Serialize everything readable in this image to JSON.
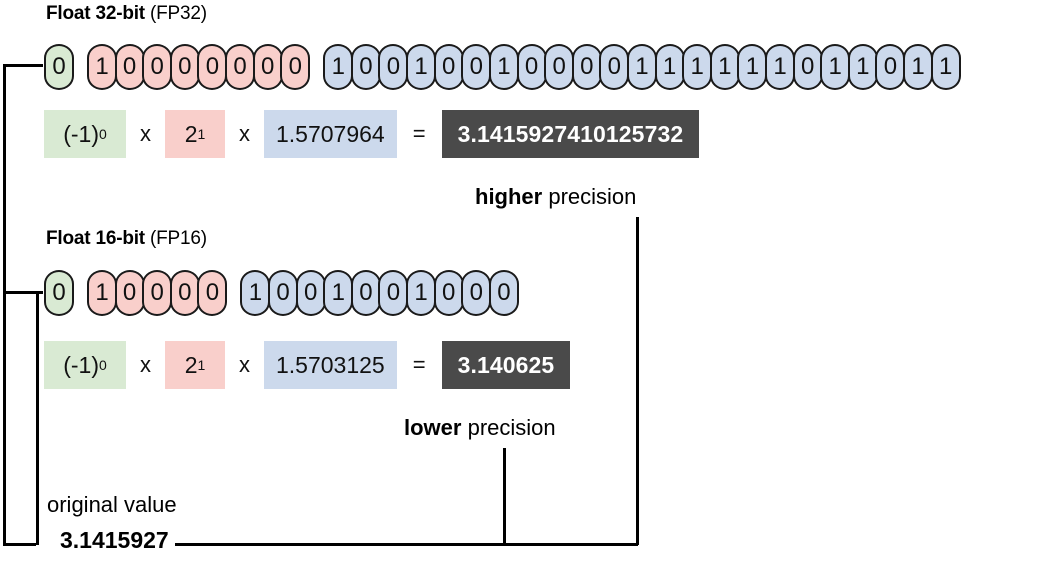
{
  "fp32": {
    "title_bold": "Float 32-bit",
    "title_rest": " (FP32)",
    "sign_bits": [
      "0"
    ],
    "exponent_bits": [
      "1",
      "0",
      "0",
      "0",
      "0",
      "0",
      "0",
      "0"
    ],
    "mantissa_bits": [
      "1",
      "0",
      "0",
      "1",
      "0",
      "0",
      "1",
      "0",
      "0",
      "0",
      "0",
      "1",
      "1",
      "1",
      "1",
      "1",
      "1",
      "0",
      "1",
      "1",
      "0",
      "1",
      "1"
    ],
    "equation": {
      "sign_base": "(-1)",
      "sign_exp": "0",
      "mul1": "x",
      "exp_base": "2",
      "exp_exp": "1",
      "mul2": "x",
      "mantissa_value": "1.5707964",
      "equals": "=",
      "result": "3.1415927410125732"
    },
    "precision_bold": "higher",
    "precision_rest": " precision"
  },
  "fp16": {
    "title_bold": "Float 16-bit",
    "title_rest": " (FP16)",
    "sign_bits": [
      "0"
    ],
    "exponent_bits": [
      "1",
      "0",
      "0",
      "0",
      "0"
    ],
    "mantissa_bits": [
      "1",
      "0",
      "0",
      "1",
      "0",
      "0",
      "1",
      "0",
      "0",
      "0"
    ],
    "equation": {
      "sign_base": "(-1)",
      "sign_exp": "0",
      "mul1": "x",
      "exp_base": "2",
      "exp_exp": "1",
      "mul2": "x",
      "mantissa_value": "1.5703125",
      "equals": "=",
      "result": "3.140625"
    },
    "precision_bold": "lower",
    "precision_rest": " precision"
  },
  "original": {
    "label": "original value",
    "value": "3.1415927"
  },
  "colors": {
    "sign": "#d9ead3",
    "exponent": "#f9cfcb",
    "mantissa": "#ccd9ec",
    "result_bg": "#4a4a4a",
    "stroke": "#1a1a1a"
  }
}
